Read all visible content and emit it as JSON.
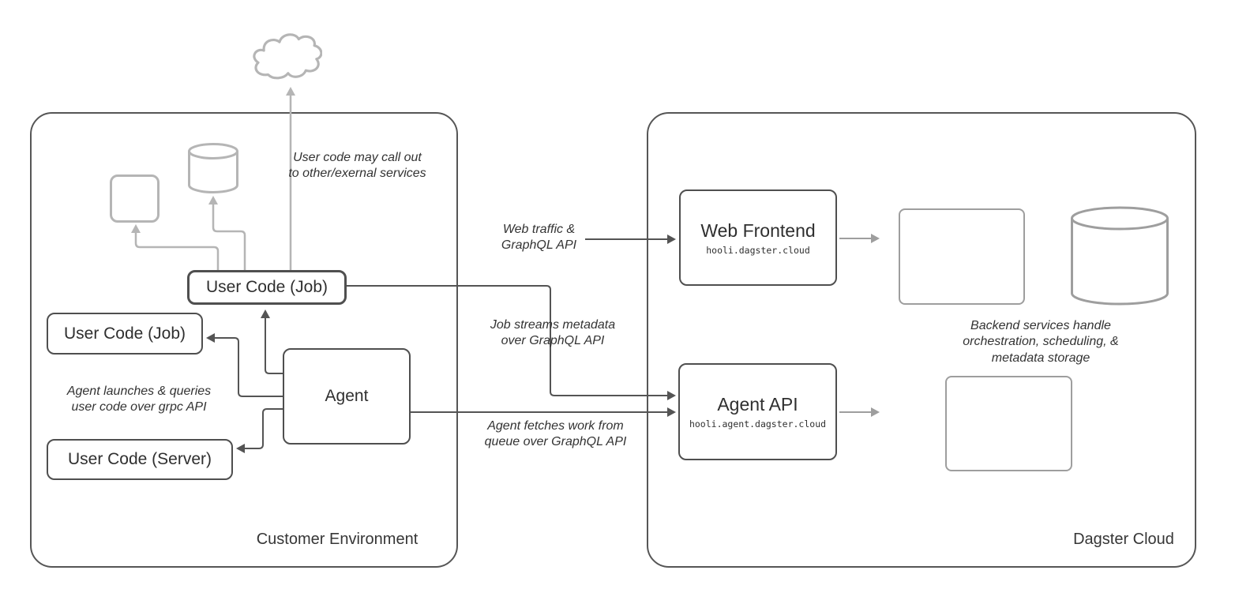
{
  "diagram": {
    "containers": {
      "customer": {
        "label": "Customer Environment"
      },
      "cloud": {
        "label": "Dagster Cloud"
      }
    },
    "nodes": {
      "user_code_job_top": {
        "label": "User Code (Job)"
      },
      "user_code_job_left": {
        "label": "User Code (Job)"
      },
      "user_code_server": {
        "label": "User Code (Server)"
      },
      "agent": {
        "label": "Agent"
      },
      "web_frontend": {
        "label": "Web Frontend",
        "subtitle": "hooli.dagster.cloud"
      },
      "agent_api": {
        "label": "Agent API",
        "subtitle": "hooli.agent.dagster.cloud"
      }
    },
    "notes": {
      "external": [
        "User code may call out",
        "to other/exernal services"
      ],
      "grpc": [
        "Agent launches & queries",
        "user code over grpc API"
      ],
      "web_traffic": [
        "Web traffic &",
        "GraphQL API"
      ],
      "job_streams": [
        "Job streams metadata",
        "over GraphQL API"
      ],
      "agent_fetches": [
        "Agent fetches work from",
        "queue over GraphQL API"
      ],
      "backend": [
        "Backend services handle",
        "orchestration, scheduling, &",
        "metadata storage"
      ]
    },
    "icons": {
      "external_cloud": "cloud-icon",
      "external_database": "database-icon",
      "external_service": "service-box-icon",
      "backend_database": "database-icon",
      "backend_service_1": "service-box-icon",
      "backend_service_2": "service-box-icon"
    },
    "colors": {
      "dark_stroke": "#545454",
      "node_border": "#4f4f4f",
      "light_stroke": "#b5b5b5",
      "mid_stroke": "#9e9e9e",
      "text": "#2f2f2f",
      "background": "#ffffff"
    }
  }
}
